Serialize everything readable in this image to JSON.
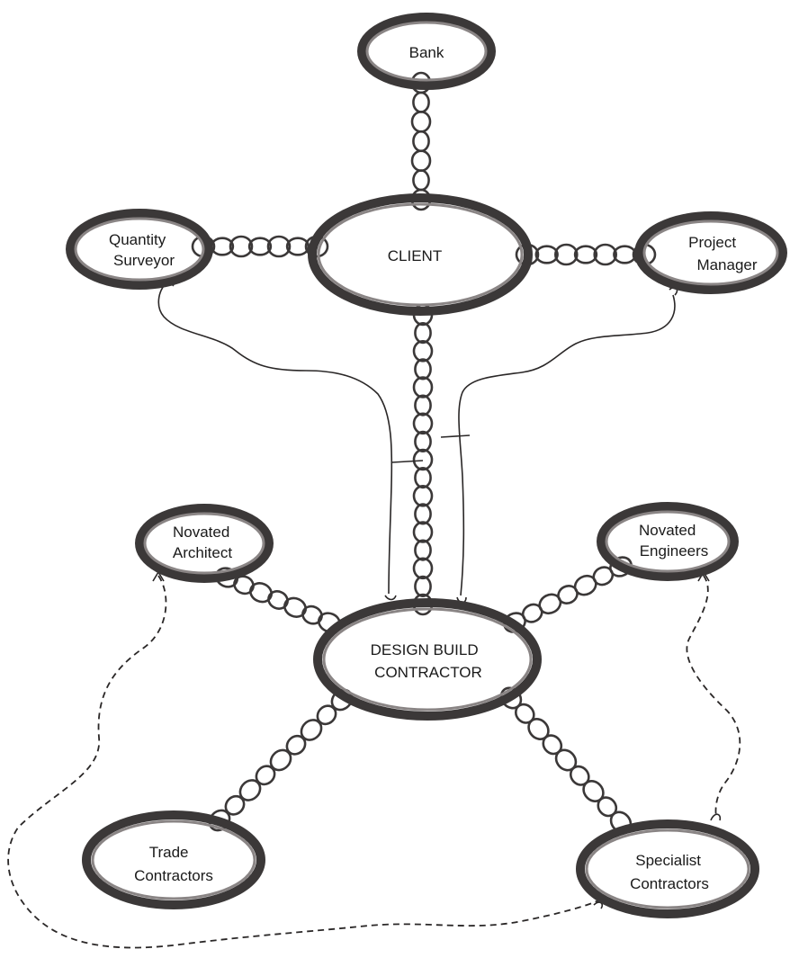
{
  "nodes": {
    "bank": {
      "lines": [
        "Bank"
      ]
    },
    "client": {
      "lines": [
        "CLIENT"
      ]
    },
    "quantity_surveyor": {
      "lines": [
        "Quantity",
        "Surveyor"
      ]
    },
    "project_manager": {
      "lines": [
        "Project",
        "Manager"
      ]
    },
    "design_build_contractor": {
      "lines": [
        "DESIGN BUILD",
        "CONTRACTOR"
      ]
    },
    "novated_architect": {
      "lines": [
        "Novated",
        "Architect"
      ]
    },
    "novated_engineers": {
      "lines": [
        "Novated",
        "Engineers"
      ]
    },
    "trade_contractors": {
      "lines": [
        "Trade",
        "Contractors"
      ]
    },
    "specialist_contractors": {
      "lines": [
        "Specialist",
        "Contractors"
      ]
    }
  },
  "chain_links": [
    {
      "from": "bank",
      "to": "client",
      "style": "chain"
    },
    {
      "from": "quantity_surveyor",
      "to": "client",
      "style": "chain"
    },
    {
      "from": "client",
      "to": "project_manager",
      "style": "chain"
    },
    {
      "from": "client",
      "to": "design_build_contractor",
      "style": "chain"
    },
    {
      "from": "novated_architect",
      "to": "design_build_contractor",
      "style": "chain"
    },
    {
      "from": "novated_engineers",
      "to": "design_build_contractor",
      "style": "chain"
    },
    {
      "from": "trade_contractors",
      "to": "design_build_contractor",
      "style": "chain"
    },
    {
      "from": "specialist_contractors",
      "to": "design_build_contractor",
      "style": "chain"
    }
  ],
  "thread_links": [
    {
      "from": "quantity_surveyor",
      "to": "design_build_contractor",
      "style": "solid-thread"
    },
    {
      "from": "project_manager",
      "to": "design_build_contractor",
      "style": "solid-thread"
    },
    {
      "from": "novated_architect",
      "to": "specialist_contractors",
      "style": "dashed-thread"
    },
    {
      "from": "novated_engineers",
      "to": "specialist_contractors",
      "style": "dashed-thread"
    }
  ]
}
